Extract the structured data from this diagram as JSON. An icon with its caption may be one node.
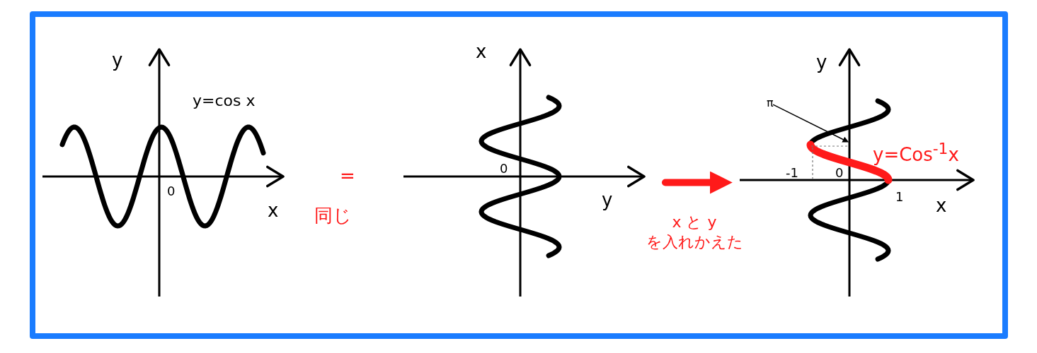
{
  "diagram": {
    "nodes": [
      {
        "text": [],
        "shape": "picture"
      },
      {
        "text": [],
        "shape": "picture"
      },
      {
        "text": [],
        "shape": "picture"
      },
      {
        "text": [
          "π"
        ],
        "in": 2
      }
    ],
    "edges": [
      {
        "from": 1,
        "to": 2,
        "arrow": "to",
        "label": "x と y を入れかえた",
        "style": "thick",
        "color": "#ff1a1a"
      },
      {
        "from": 3,
        "to": null,
        "arrow": "to",
        "color": "#000000"
      }
    ],
    "labels": [
      "y",
      "y=cos x",
      "x",
      "0",
      "=",
      "同じ",
      "x",
      "0",
      "y",
      "y",
      "y=Cos$^{-1}$x",
      "-1",
      "0",
      "1",
      "x"
    ]
  }
}
